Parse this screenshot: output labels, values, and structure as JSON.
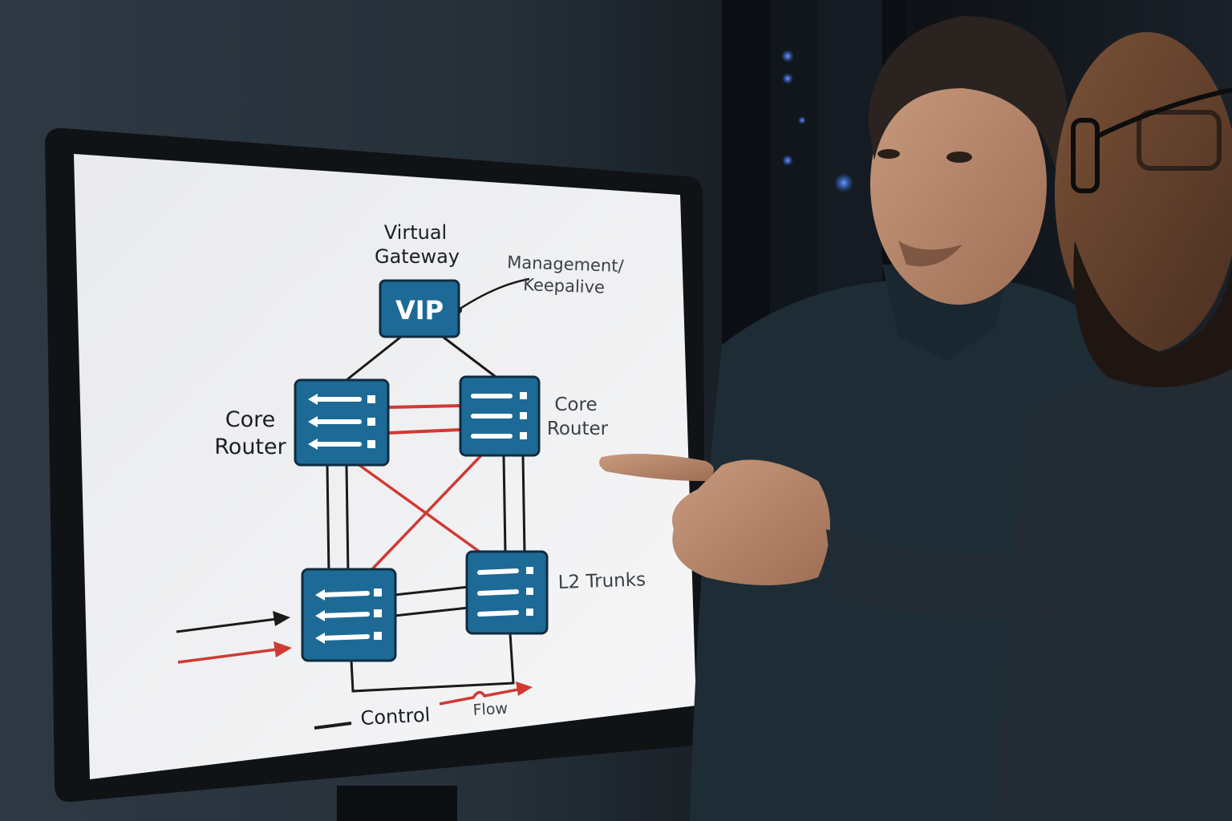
{
  "diagram": {
    "gateway_label_line1": "Virtual",
    "gateway_label_line2": "Gateway",
    "vip_label": "VIP",
    "mgmt_label_line1": "Management/",
    "mgmt_label_line2": "Keepalive",
    "core_router_left_line1": "Core",
    "core_router_left_line2": "Router",
    "core_router_right_line1": "Core",
    "core_router_right_line2": "Router",
    "l2_trunks_label": "L2 Trunks",
    "legend_control": "Control",
    "legend_flow": "Flow"
  },
  "colors": {
    "switch_blue": "#1e6a96",
    "link_red": "#d03a33",
    "link_black": "#1a1a1a",
    "screen_white": "#f2f3f4",
    "server_led_blue": "#2f6cff"
  }
}
